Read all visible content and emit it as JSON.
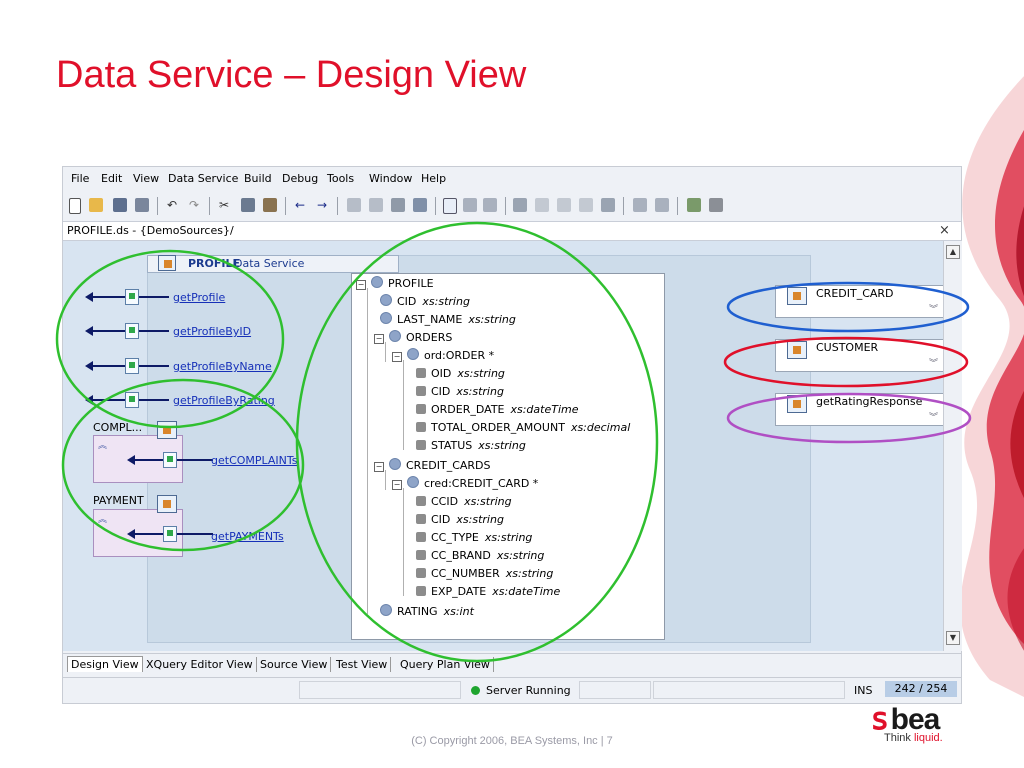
{
  "slide": {
    "title": "Data Service – Design View",
    "footer": "(C) Copyright 2006, BEA Systems, Inc   |   7",
    "logo_text": "bea",
    "logo_tagline_a": "Think ",
    "logo_tagline_b": "liquid."
  },
  "menubar": {
    "items": [
      "File",
      "Edit",
      "View",
      "Data Service",
      "Build",
      "Debug",
      "Tools",
      "Window",
      "Help"
    ]
  },
  "pathbar": {
    "path": "PROFILE.ds - {DemoSources}/",
    "close": "×"
  },
  "data_service_tab": {
    "name": "PROFILE",
    "subtitle": "Data Service"
  },
  "operations": [
    "getProfile",
    "getProfileByID",
    "getProfileByName",
    "getProfileByRating"
  ],
  "libraries": [
    {
      "label": "COMPL...",
      "operation": "getCOMPLAINTs"
    },
    {
      "label": "PAYMENT",
      "operation": "getPAYMENTs"
    }
  ],
  "tree": {
    "rows": [
      {
        "label": "PROFILE",
        "type": ""
      },
      {
        "label": "CID",
        "type": "xs:string"
      },
      {
        "label": "LAST_NAME",
        "type": "xs:string"
      },
      {
        "label": "ORDERS",
        "type": ""
      },
      {
        "label": "ord:ORDER *",
        "type": ""
      },
      {
        "label": "OID",
        "type": "xs:string"
      },
      {
        "label": "CID",
        "type": "xs:string"
      },
      {
        "label": "ORDER_DATE",
        "type": "xs:dateTime"
      },
      {
        "label": "TOTAL_ORDER_AMOUNT",
        "type": "xs:decimal"
      },
      {
        "label": "STATUS",
        "type": "xs:string"
      },
      {
        "label": "CREDIT_CARDS",
        "type": ""
      },
      {
        "label": "cred:CREDIT_CARD *",
        "type": ""
      },
      {
        "label": "CCID",
        "type": "xs:string"
      },
      {
        "label": "CID",
        "type": "xs:string"
      },
      {
        "label": "CC_TYPE",
        "type": "xs:string"
      },
      {
        "label": "CC_BRAND",
        "type": "xs:string"
      },
      {
        "label": "CC_NUMBER",
        "type": "xs:string"
      },
      {
        "label": "EXP_DATE",
        "type": "xs:dateTime"
      },
      {
        "label": "RATING",
        "type": "xs:int"
      }
    ]
  },
  "sources": [
    "CREDIT_CARD",
    "CUSTOMER",
    "getRatingResponse"
  ],
  "bottom_tabs": [
    "Design View",
    "XQuery Editor View",
    "Source View",
    "Test View",
    "Query Plan View"
  ],
  "status": {
    "server": "Server Running",
    "mode": "INS",
    "position": "242 / 254"
  },
  "colors": {
    "title_red": "#e0102a",
    "annotation_green": "#2fbf2f",
    "annotation_blue": "#1f5fd0",
    "annotation_red": "#e0102a",
    "annotation_purple": "#b04fc4",
    "link_blue": "#1630b8"
  }
}
